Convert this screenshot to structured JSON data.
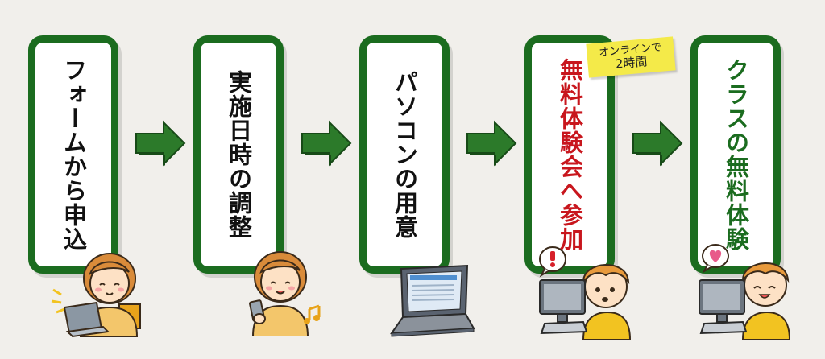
{
  "steps": [
    {
      "label": "フォームから申込",
      "color": "#111111"
    },
    {
      "label": "実施日時の調整",
      "color": "#111111"
    },
    {
      "label": "パソコンの用意",
      "color": "#111111"
    },
    {
      "label": "無料体験会へ参加",
      "color": "#c8161d"
    },
    {
      "label": "クラスの無料体験",
      "color": "#1b6c1f"
    }
  ],
  "note": {
    "line1": "オンラインで",
    "line2": "2時間"
  },
  "colors": {
    "frame": "#1b6c1f",
    "arrow": "#2c7a2a",
    "accent_red": "#c8161d",
    "note": "#f4ea49"
  },
  "icons": [
    "arrow-right-icon",
    "laptop-icon",
    "music-note-icon",
    "exclamation-bubble-icon",
    "heart-bubble-icon"
  ]
}
